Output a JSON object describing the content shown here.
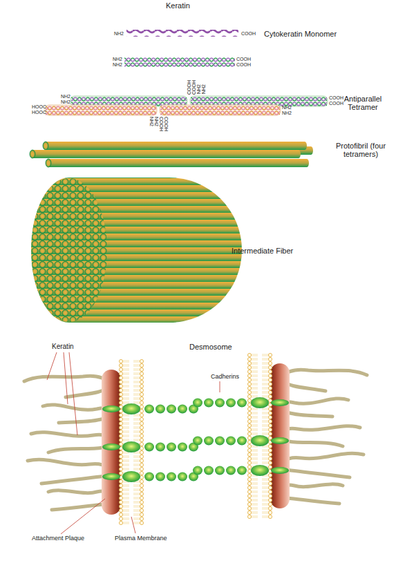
{
  "diagram": {
    "title": "Keratin",
    "labels": [
      "NH2",
      "COOH",
      "Cytokeratin Monomer",
      "NH2",
      "NH2",
      "COOH",
      "COOH",
      "NH2",
      "NH2",
      "HOOC",
      "HOOC",
      "COOH",
      "COOH",
      "NH2",
      "NH2",
      "COOH",
      "COOH",
      "NH2",
      "NH2",
      "NH2",
      "NH2",
      "COOH",
      "COOH",
      "Antiparallel Tetramer",
      "Protofibril (four tetramers)",
      "Intermediate Fiber",
      "Desmosome",
      "Keratin",
      "Cadherins",
      "Attachment Plaque",
      "Plasma Membrane"
    ]
  }
}
